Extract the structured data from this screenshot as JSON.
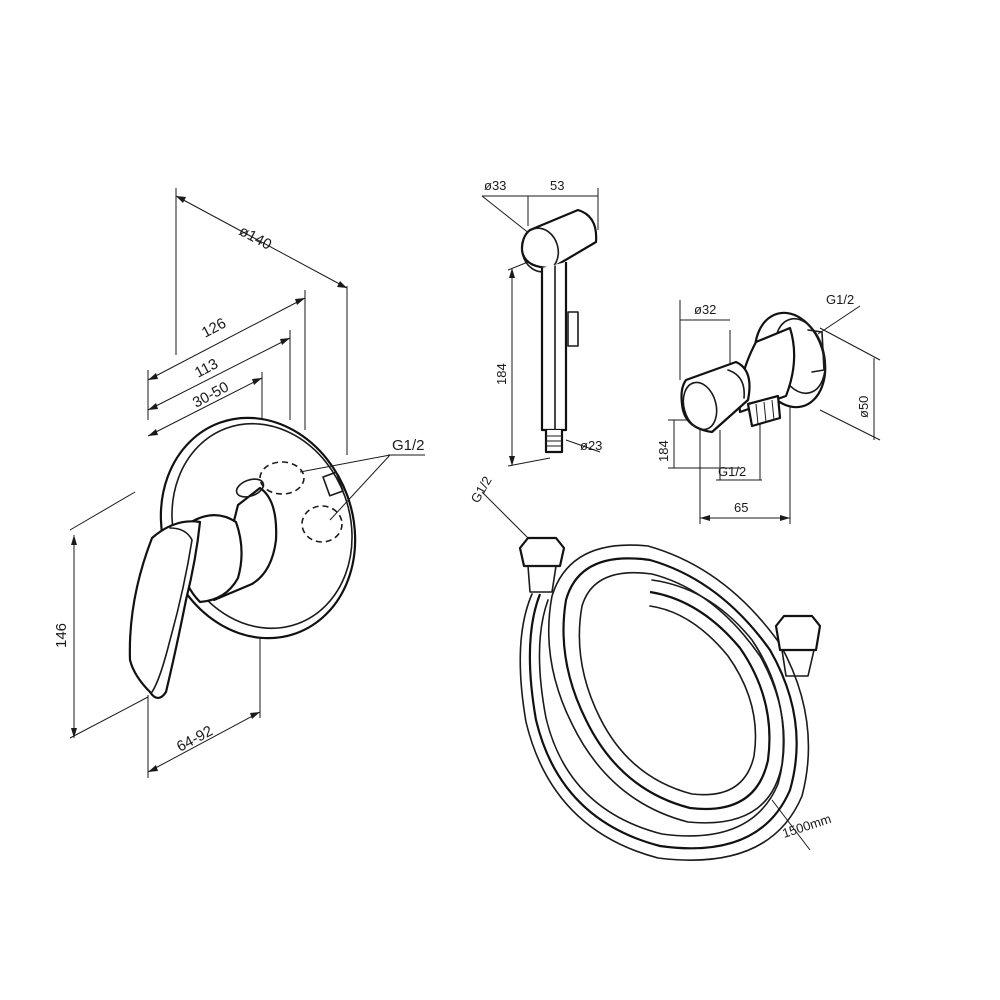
{
  "mixer": {
    "diameter": "ø140",
    "depth_total": "126",
    "depth_body": "113",
    "adjust_range": "30-50",
    "height": "146",
    "handle_range": "64-92",
    "connection": "G1/2"
  },
  "hand_shower": {
    "head_diameter": "ø33",
    "head_length": "53",
    "length": "184",
    "stem_diameter": "ø23"
  },
  "wall_outlet": {
    "holder_diameter": "ø32",
    "connection_top": "G1/2",
    "flange_diameter": "ø50",
    "height": "184",
    "connection_bottom": "G1/2",
    "depth": "65"
  },
  "hose": {
    "connection": "G1/2",
    "length": "1500mm"
  }
}
